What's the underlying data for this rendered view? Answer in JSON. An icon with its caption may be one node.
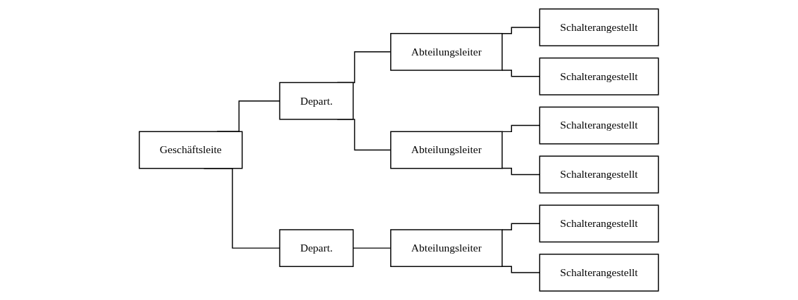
{
  "diagram": {
    "nodes": [
      {
        "text": [
          "Geschäftsleite"
        ]
      },
      {
        "text": [
          "Depart."
        ]
      },
      {
        "text": [
          "Abteilungsleiter"
        ]
      },
      {
        "text": [
          "Schalterangestellt"
        ]
      },
      {
        "text": [
          "Schalterangestellt"
        ]
      },
      {
        "text": [
          "Abteilungsleiter"
        ]
      },
      {
        "text": [
          "Schalterangestellt"
        ]
      },
      {
        "text": [
          "Schalterangestellt"
        ]
      },
      {
        "text": [
          "Depart."
        ]
      },
      {
        "text": [
          "Abteilungsleiter"
        ]
      },
      {
        "text": [
          "Schalterangestellt"
        ]
      },
      {
        "text": [
          "Schalterangestellt"
        ]
      }
    ],
    "edges": [
      {
        "from": 0,
        "to": 1,
        "arrow": "none"
      },
      {
        "from": 1,
        "to": 2,
        "arrow": "none"
      },
      {
        "from": 2,
        "to": 3,
        "arrow": "none"
      },
      {
        "from": 2,
        "to": 4,
        "arrow": "none"
      },
      {
        "from": 1,
        "to": 5,
        "arrow": "none"
      },
      {
        "from": 5,
        "to": 6,
        "arrow": "none"
      },
      {
        "from": 5,
        "to": 7,
        "arrow": "none"
      },
      {
        "from": 0,
        "to": 8,
        "arrow": "none"
      },
      {
        "from": 8,
        "to": 9,
        "arrow": "none"
      },
      {
        "from": 9,
        "to": 10,
        "arrow": "none"
      },
      {
        "from": 9,
        "to": 11,
        "arrow": "none"
      }
    ]
  }
}
